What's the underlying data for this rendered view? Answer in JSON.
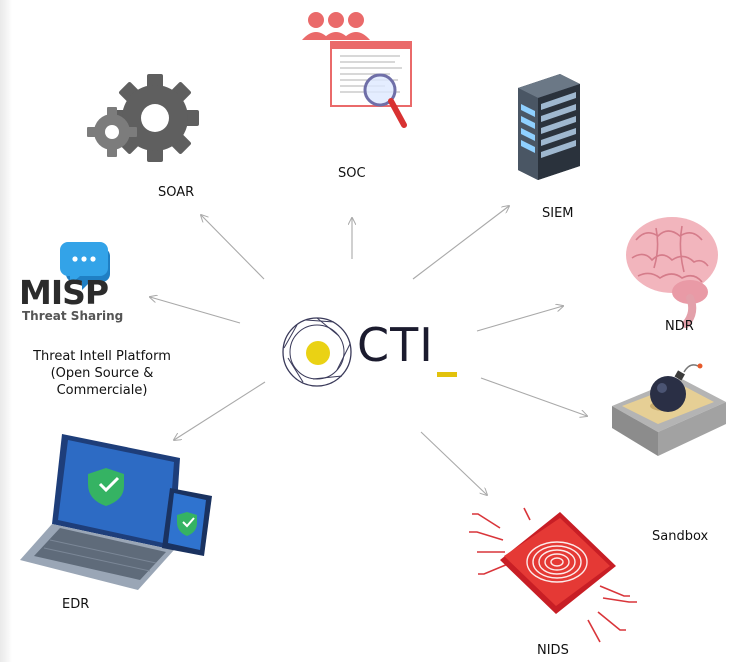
{
  "center": {
    "brand": "CTI"
  },
  "nodes": {
    "soar": "SOAR",
    "soc": "SOC",
    "siem": "SIEM",
    "ndr": "NDR",
    "sandbox": "Sandbox",
    "nids": "NIDS",
    "edr": "EDR",
    "tip_line1": "Threat Intell Platform",
    "tip_line2": "(Open Source &",
    "tip_line3": "Commerciale)"
  },
  "misp": {
    "name": "MISP",
    "tagline": "Threat Sharing"
  },
  "colors": {
    "accent_yellow": "#e2c20c",
    "arrow_gray": "#a9a9a9",
    "misp_blue": "#2f9fe0",
    "alert_red": "#e53935",
    "shield_green": "#2e9e4f"
  },
  "icons": [
    "gear-icon",
    "soc-analyst-icon",
    "server-rack-icon",
    "brain-icon",
    "bomb-sandbox-icon",
    "fingerprint-chip-icon",
    "laptop-shield-icon",
    "chat-bubble-icon",
    "aperture-logo-icon"
  ]
}
